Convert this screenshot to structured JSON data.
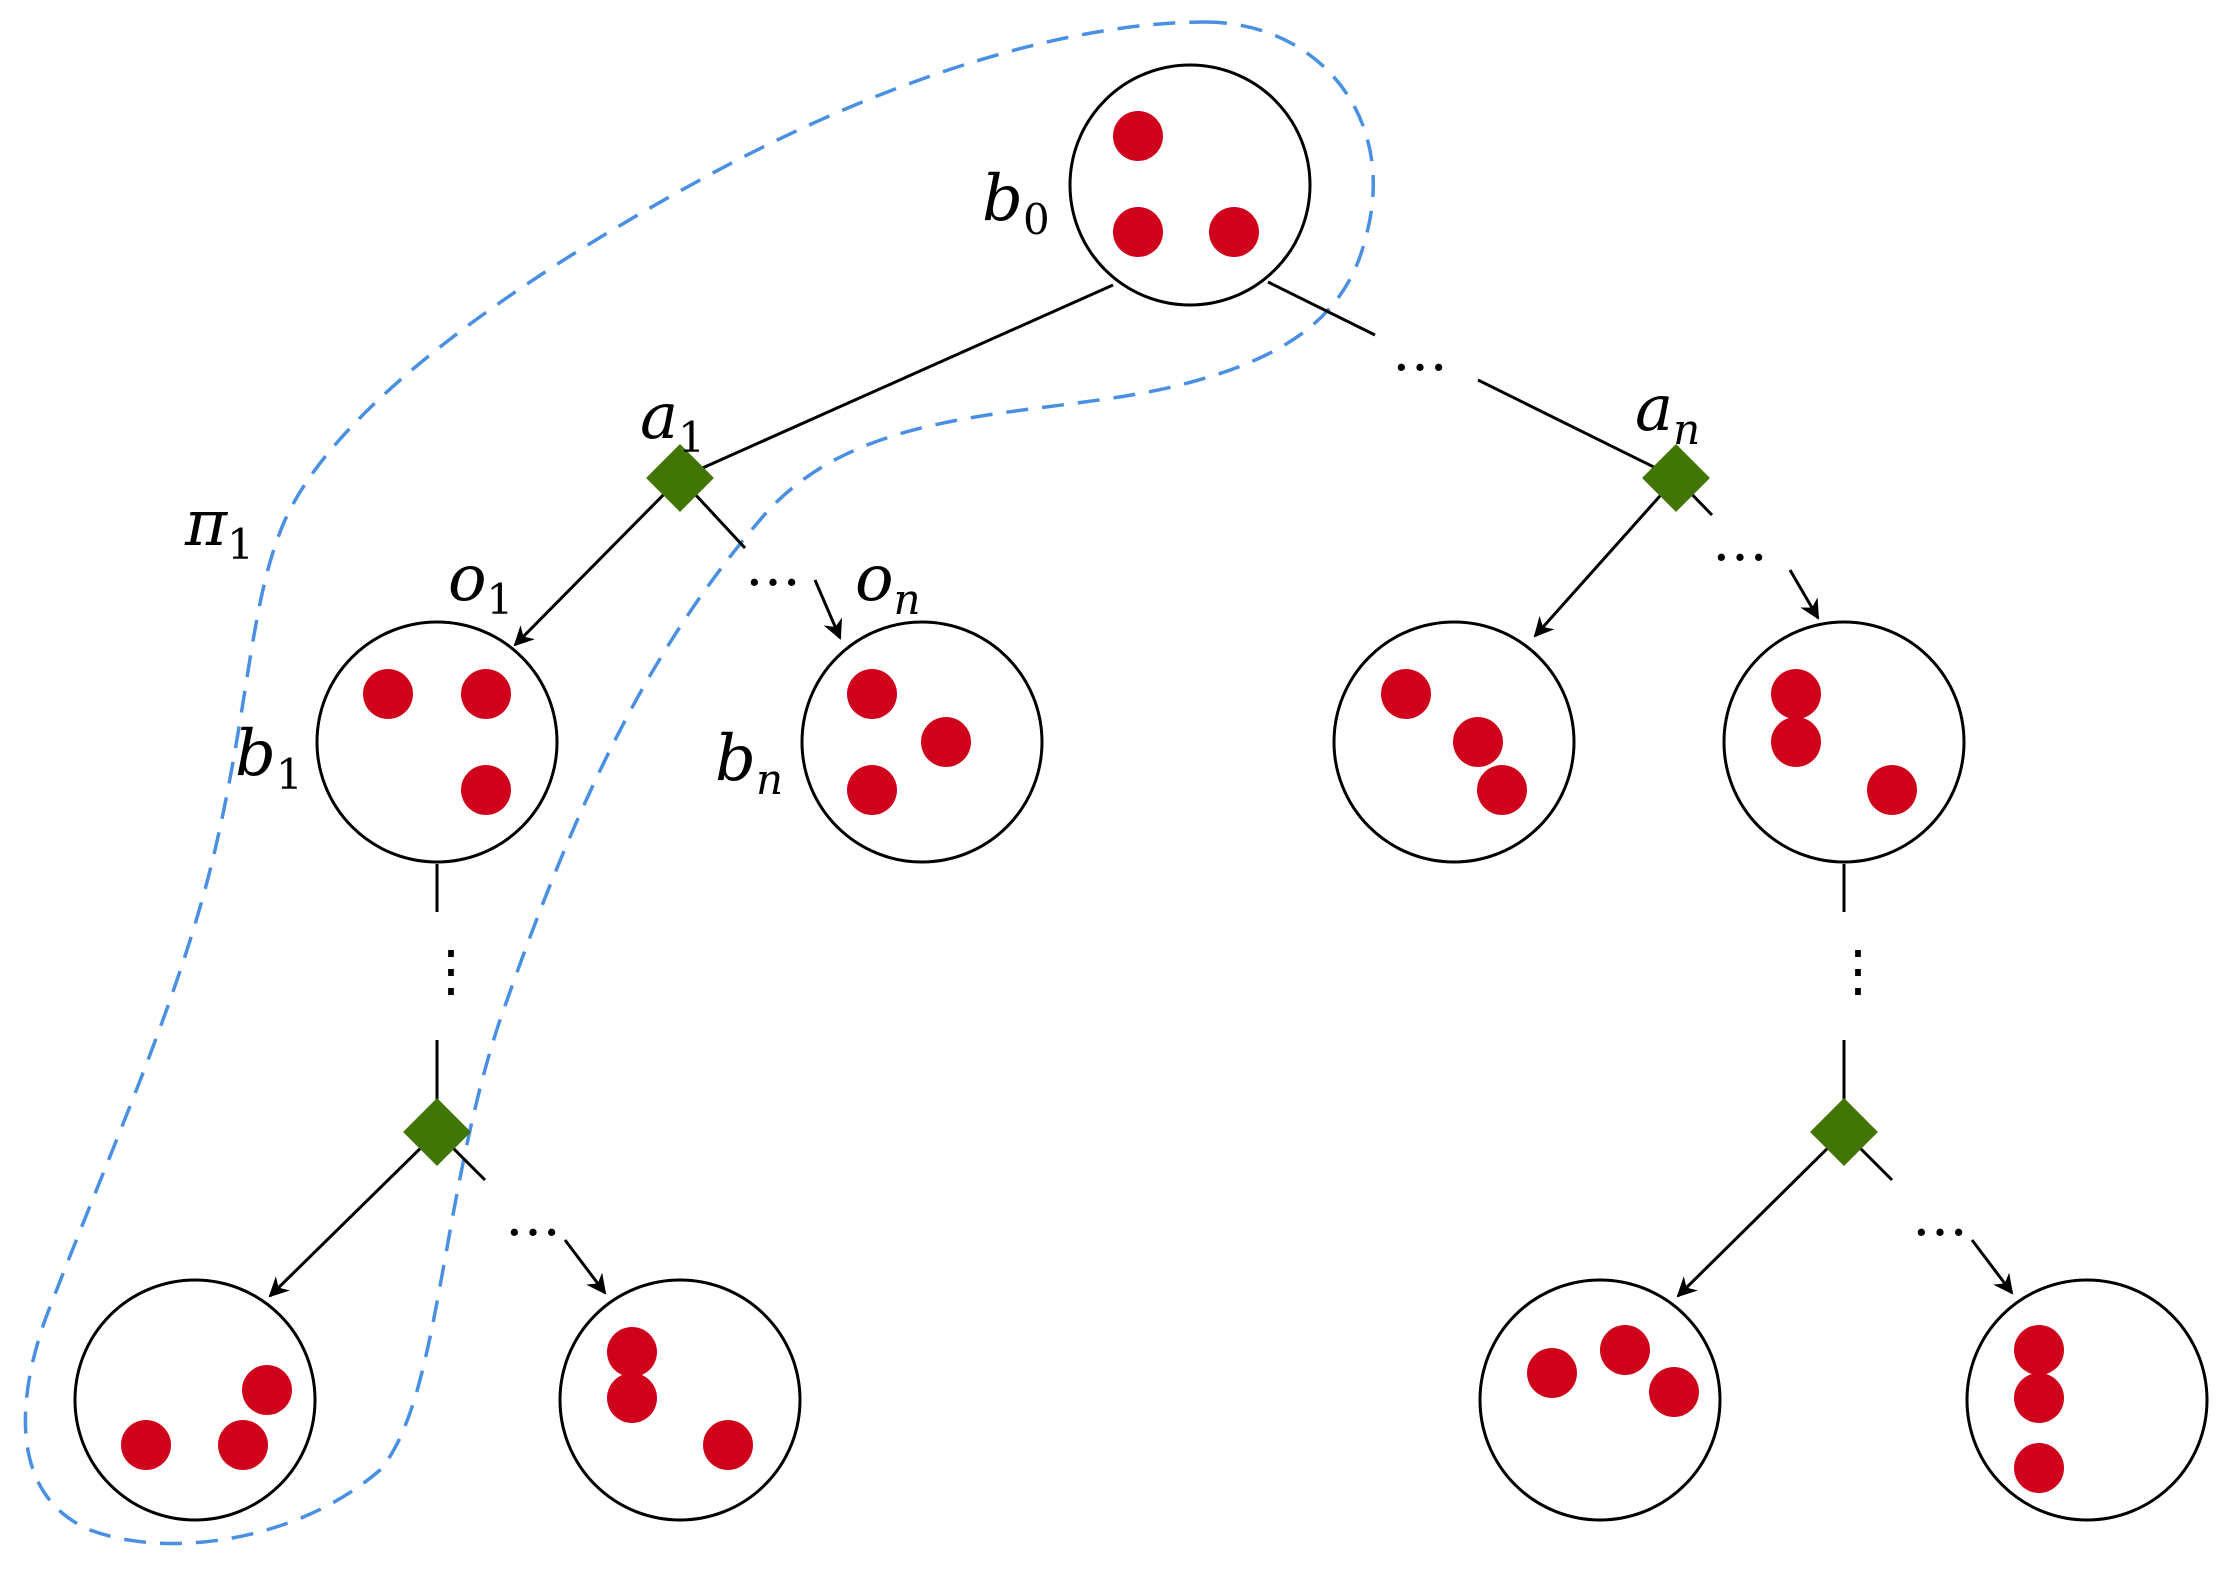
{
  "labels": {
    "b0": {
      "base": "b",
      "sub": "0"
    },
    "b1": {
      "base": "b",
      "sub": "1"
    },
    "bn": {
      "base": "b",
      "sub": "n"
    },
    "a1": {
      "base": "a",
      "sub": "1"
    },
    "an": {
      "base": "a",
      "sub": "n"
    },
    "o1": {
      "base": "o",
      "sub": "1"
    },
    "on": {
      "base": "o",
      "sub": "n"
    },
    "pi1": {
      "base": "π",
      "sub": "1"
    }
  },
  "ellipsis": "…",
  "vellipsis": "⋮",
  "colors": {
    "particle": "#d0021b",
    "action": "#417505",
    "policy_outline": "#4a90e2",
    "stroke": "#000000"
  },
  "icons": {
    "belief_node": "circle",
    "particle": "red-dot",
    "action_node": "green-diamond",
    "policy": "dashed-outline"
  }
}
